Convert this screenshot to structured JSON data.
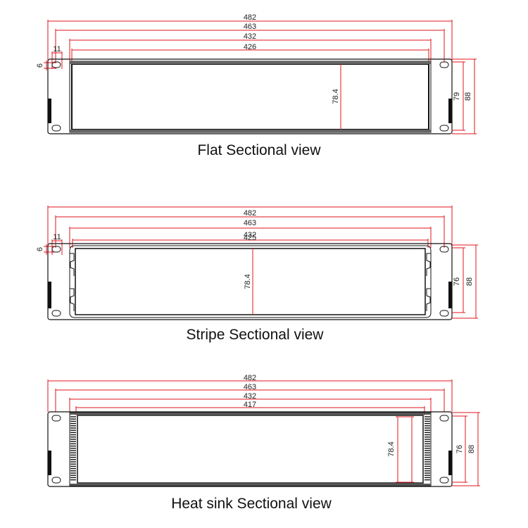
{
  "colors": {
    "dimension": "#e0141e",
    "outline": "#111111",
    "text": "#111111"
  },
  "panels": [
    {
      "title": "Flat Sectional view",
      "dims": {
        "overall": "482",
        "mount": "463",
        "body": "432",
        "inner": "426",
        "ear": "11",
        "hole": "6",
        "height_inner": "79",
        "height_outer": "88",
        "depth": "78.4"
      }
    },
    {
      "title": "Stripe Sectional view",
      "dims": {
        "overall": "482",
        "mount": "463",
        "body": "432",
        "inner": "425",
        "ear": "11",
        "hole": "6",
        "height_inner": "76",
        "height_outer": "88",
        "depth": "78.4"
      }
    },
    {
      "title": "Heat sink Sectional view",
      "dims": {
        "overall": "482",
        "mount": "463",
        "body": "432",
        "inner": "417",
        "height_inner": "76",
        "height_outer": "88",
        "depth": "78.4"
      }
    }
  ]
}
